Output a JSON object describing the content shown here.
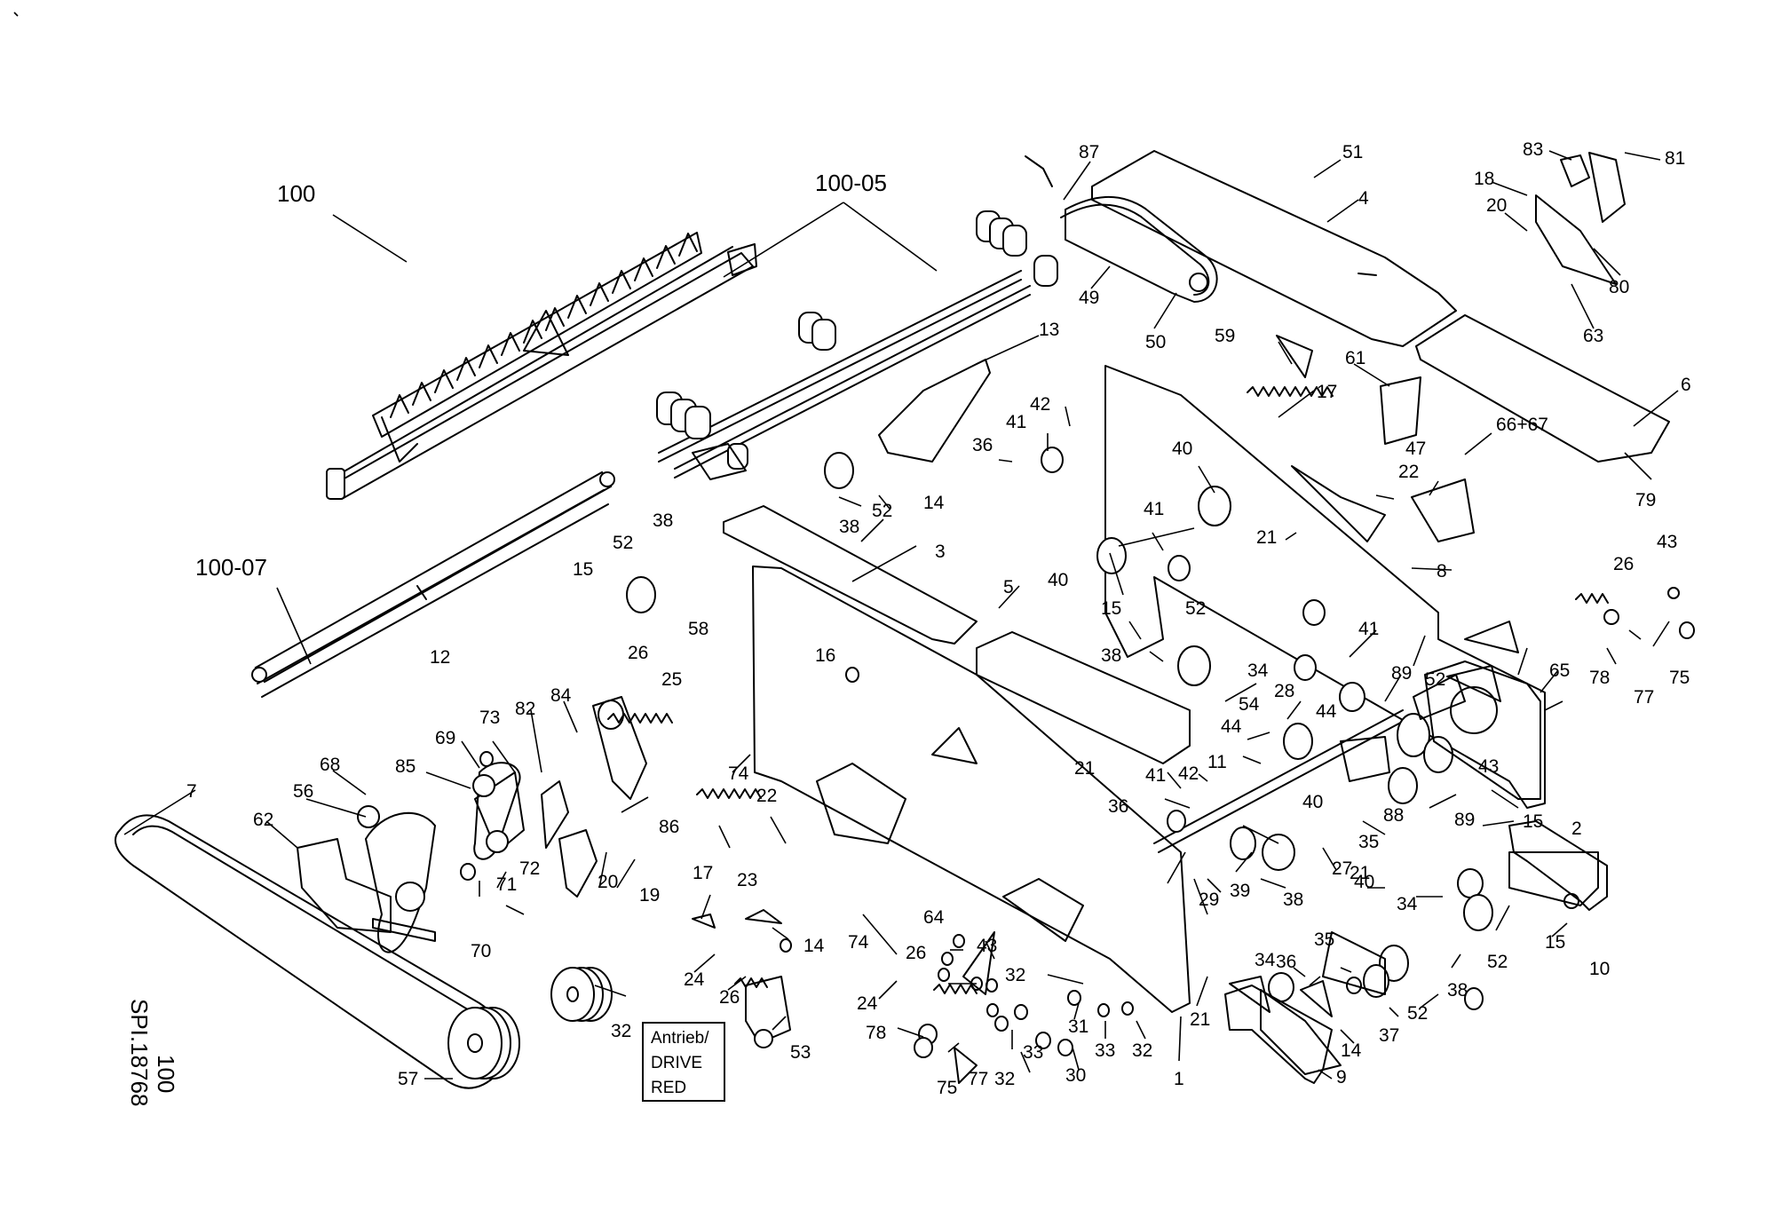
{
  "drawing": {
    "drawing_id": "SPI.18768",
    "sheet_ref": "100",
    "drive_box": [
      "Antrieb/",
      "DRIVE",
      "RED"
    ]
  },
  "callouts": {
    "c100": "100",
    "c100_05": "100-05",
    "c100_07": "100-07",
    "c87": "87",
    "c51": "51",
    "c4": "4",
    "c83": "83",
    "c81": "81",
    "c18": "18",
    "c20a": "20",
    "c80": "80",
    "c63": "63",
    "c49": "49",
    "c50": "50",
    "c13": "13",
    "c59": "59",
    "c61": "61",
    "c6": "6",
    "c17a": "17",
    "c41a": "41",
    "c42a": "42",
    "c36a": "36",
    "c40a": "40",
    "c22a": "22",
    "c47": "47",
    "c6667": "66+67",
    "c79": "79",
    "c38a": "38",
    "c52a": "52",
    "c14a": "14",
    "c52b": "52",
    "c38b": "38",
    "c3": "3",
    "c41b": "41",
    "c21a": "21",
    "c8a": "8",
    "c40b": "40",
    "c43a": "43",
    "c26a": "26",
    "c15a": "15",
    "c5": "5",
    "c52c": "52",
    "c15b": "15",
    "c65": "65",
    "c75a": "75",
    "c78a": "78",
    "c77a": "77",
    "c12": "12",
    "c58": "58",
    "c26b": "26",
    "c25": "25",
    "c16": "16",
    "c38c": "38",
    "c34a": "34",
    "c41c": "41",
    "c89a": "89",
    "c52d": "52",
    "c28": "28",
    "c44a": "44",
    "c54": "54",
    "c44b": "44",
    "c21b": "21",
    "c11": "11",
    "c42b": "42",
    "c41d": "41",
    "c36b": "36",
    "c43b": "43",
    "c15c": "15",
    "c2": "2",
    "c88": "88",
    "c89b": "89",
    "c35a": "35",
    "c27": "27",
    "c40c": "40",
    "c21c": "21",
    "c39": "39",
    "c38d": "38",
    "c40d": "40",
    "c29": "29",
    "c34b": "34",
    "c15d": "15",
    "c10": "10",
    "c52e": "52",
    "c38e": "38",
    "c52f": "52",
    "c37": "37",
    "c36c": "36",
    "c35b": "35",
    "c34c": "34",
    "c14b": "14",
    "c9": "9",
    "c21d": "21",
    "c1": "1",
    "c7": "7",
    "c62": "62",
    "c68": "68",
    "c56": "56",
    "c85": "85",
    "c69": "69",
    "c73": "73",
    "c82": "82",
    "c84": "84",
    "c74a": "74",
    "c86": "86",
    "c17b": "17",
    "c22b": "22",
    "c20b": "20",
    "c19": "19",
    "c71": "71",
    "c72": "72",
    "c70": "70",
    "c23": "23",
    "c14c": "14",
    "c24a": "24",
    "c26c": "26",
    "c53": "53",
    "c32a": "32",
    "c57": "57",
    "c74b": "74",
    "c24b": "24",
    "c26d": "26",
    "c64": "64",
    "c43c": "43",
    "c78b": "78",
    "c75b": "75",
    "c77b": "77",
    "c32b": "32",
    "c31": "31",
    "c33a": "33",
    "c30": "30",
    "c33b": "33",
    "c32c": "32",
    "c32d": "32"
  }
}
